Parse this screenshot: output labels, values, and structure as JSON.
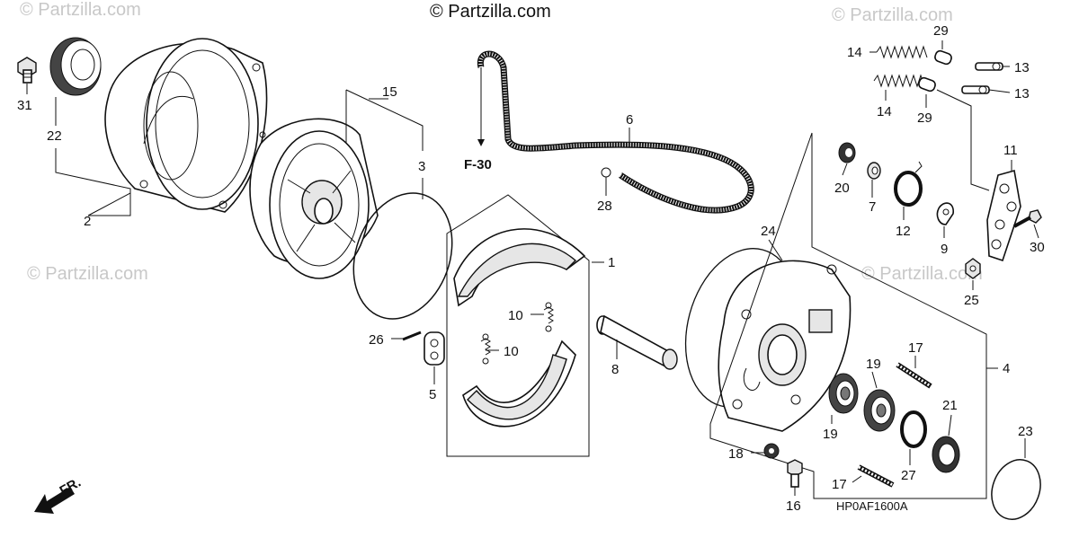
{
  "watermarks": {
    "top": "© Partzilla.com",
    "faint": "© Partzilla.com"
  },
  "diagram": {
    "code": "HP0AF1600A",
    "ref": "F-30",
    "front_label": "FR."
  },
  "callouts": {
    "c1": "1",
    "c2": "2",
    "c3": "3",
    "c4": "4",
    "c5": "5",
    "c6": "6",
    "c7": "7",
    "c8": "8",
    "c9": "9",
    "c10a": "10",
    "c10b": "10",
    "c11": "11",
    "c12": "12",
    "c13a": "13",
    "c13b": "13",
    "c14a": "14",
    "c14b": "14",
    "c15": "15",
    "c16": "16",
    "c17a": "17",
    "c17b": "17",
    "c18": "18",
    "c19a": "19",
    "c19b": "19",
    "c20": "20",
    "c21": "21",
    "c22": "22",
    "c23": "23",
    "c24": "24",
    "c25": "25",
    "c26": "26",
    "c27": "27",
    "c28": "28",
    "c29a": "29",
    "c29b": "29",
    "c30": "30",
    "c31": "31"
  }
}
